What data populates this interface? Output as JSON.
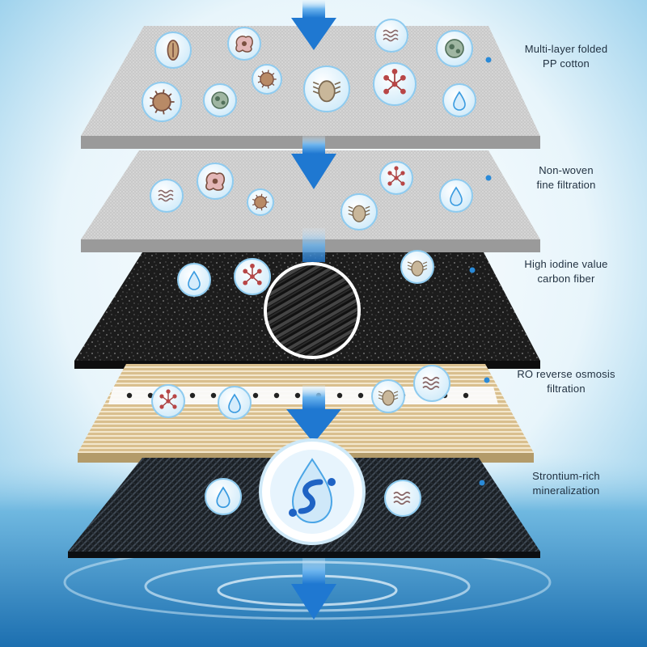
{
  "layers": [
    {
      "id": "pp-cotton",
      "line1": "Multi-layer folded",
      "line2": "PP cotton"
    },
    {
      "id": "non-woven",
      "line1": "Non-woven",
      "line2": "fine filtration"
    },
    {
      "id": "carbon",
      "line1": "High iodine value",
      "line2": "carbon fiber"
    },
    {
      "id": "ro",
      "line1": "RO reverse osmosis",
      "line2": "filtration"
    },
    {
      "id": "mineral",
      "line1": "Strontium-rich",
      "line2": "mineralization"
    }
  ],
  "colors": {
    "arrow": "#1f78d1",
    "marker_dot": "#2a8ad8",
    "bubble": "#e9f6fd",
    "bubble_border": "#8fcbef",
    "contaminant": "#7a5040",
    "droplet": "#3a9be0"
  },
  "icons": [
    "protozoa-icon",
    "amoeba-icon",
    "virus-icon",
    "bacteria-icon",
    "mite-icon",
    "molecule-icon",
    "worm-bacteria-icon",
    "water-droplet-icon",
    "mineral-water-icon",
    "down-arrow-icon"
  ]
}
